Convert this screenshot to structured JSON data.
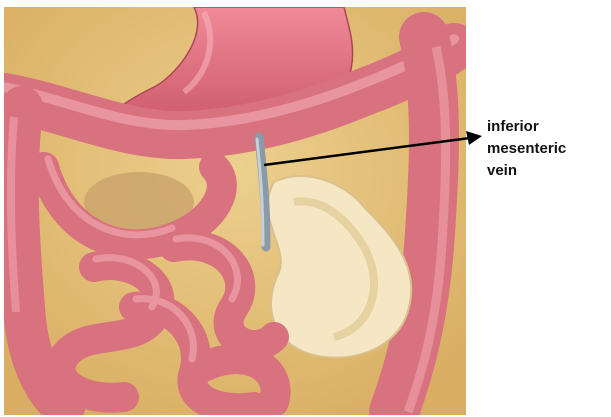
{
  "label": {
    "lines": [
      "inferior",
      "mesenteric",
      "vein"
    ]
  },
  "illustration": {
    "subject": "abdominal organs",
    "colors": {
      "background": "#e6c27e",
      "bowel": "#d9727f",
      "bowel_highlight": "#f0a4ad",
      "stomach": "#e0707e",
      "sigmoid_fat": "#f5e7c3",
      "vein": "#8a9aa6",
      "arrow": "#000000"
    }
  }
}
